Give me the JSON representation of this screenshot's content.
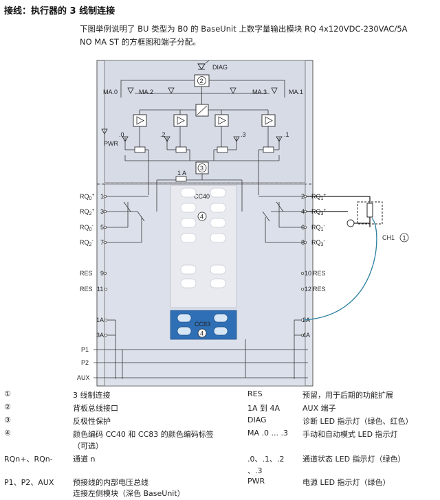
{
  "page_title": "接线：执行器的 3 线制连接",
  "intro_line1": "下图举例说明了 BU 类型为 B0 的 BaseUnit 上数字量输出模块 RQ 4x120VDC-230VAC/5A",
  "intro_line2": "NO MA ST 的方框图和端子分配。",
  "diagram": {
    "diag": "DIAG",
    "ma_labels": [
      "MA.0",
      "MA.2",
      "MA.3",
      "MA.1"
    ],
    "ch_dots": [
      ".0",
      ".2",
      ".3",
      ".1"
    ],
    "pwr": "PWR",
    "fuse": "1 A",
    "cc40": "CC40",
    "cc83": "CC83",
    "circ": [
      "2",
      "3",
      "4",
      "4"
    ],
    "ch1": "CH1",
    "ch1_circ": "1",
    "left_terms": [
      {
        "name": "RQ",
        "sub": "0",
        "sup": "+",
        "num": "1"
      },
      {
        "name": "RQ",
        "sub": "2",
        "sup": "+",
        "num": "3"
      },
      {
        "name": "RQ",
        "sub": "0",
        "sup": "-",
        "num": "5"
      },
      {
        "name": "RQ",
        "sub": "2",
        "sup": "-",
        "num": "7"
      }
    ],
    "right_terms": [
      {
        "num": "2",
        "name": "RQ",
        "sub": "1",
        "sup": "+"
      },
      {
        "num": "4",
        "name": "RQ",
        "sub": "3",
        "sup": "+"
      },
      {
        "num": "6",
        "name": "RQ",
        "sub": "1",
        "sup": "-"
      },
      {
        "num": "8",
        "name": "RQ",
        "sub": "3",
        "sup": "-"
      }
    ],
    "res_left": [
      {
        "name": "RES",
        "num": "9"
      },
      {
        "name": "RES",
        "num": "11"
      }
    ],
    "res_right": [
      {
        "num": "10",
        "name": "RES"
      },
      {
        "num": "12",
        "name": "RES"
      }
    ],
    "aux_left": [
      "1A",
      "3A"
    ],
    "aux_right": [
      "2A",
      "4A"
    ],
    "bus": [
      "P1",
      "P2",
      "AUX"
    ]
  },
  "legend": {
    "rows": [
      {
        "k": "①",
        "v": "3 线制连接",
        "k2": "RES",
        "v2": "预留，用于后期的功能扩展"
      },
      {
        "k": "②",
        "v": "背板总线接口",
        "k2": "1A 到 4A",
        "v2": "AUX 端子"
      },
      {
        "k": "③",
        "v": "反极性保护",
        "k2": "DIAG",
        "v2": "诊断 LED 指示灯（绿色、红色）"
      },
      {
        "k": "④",
        "v": "颜色编码 CC40 和 CC83 的颜色编码标签",
        "k2": "MA .0 ... .3",
        "v2": "手动和自动模式 LED 指示灯"
      },
      {
        "k": "",
        "v": "（可选）",
        "k2": "",
        "v2": ""
      },
      {
        "k": "RQn+、RQn-",
        "v": "通道 n",
        "k2": ".0、.1、.2",
        "v2": "通道状态 LED 指示灯（绿色）"
      },
      {
        "k": "",
        "v": "",
        "k2": "、.3",
        "v2": ""
      },
      {
        "k": "P1、P2、AUX",
        "v": "预接线的内部电压总线",
        "k2": "PWR",
        "v2": "电源 LED 指示灯（绿色）"
      },
      {
        "k": "",
        "v": "连接左侧模块（深色 BaseUnit）",
        "k2": "",
        "v2": ""
      }
    ]
  }
}
